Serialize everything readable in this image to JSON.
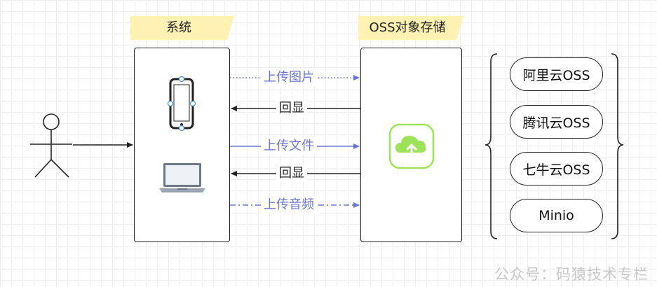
{
  "system": {
    "title": "系统"
  },
  "oss": {
    "title": "OSS对象存储"
  },
  "connections": {
    "upload_image": "上传图片",
    "echo_1": "回显",
    "upload_file": "上传文件",
    "echo_2": "回显",
    "upload_audio": "上传音频"
  },
  "providers": [
    "阿里云OSS",
    "腾讯云OSS",
    "七牛云OSS",
    "Minio"
  ],
  "watermark": "公众号：码猿技术专栏",
  "colors": {
    "upload_line": "#6a76cf",
    "echo_line": "#222222",
    "tag_bg": "#fff2b3",
    "cloud_green": "#9ee25a"
  }
}
